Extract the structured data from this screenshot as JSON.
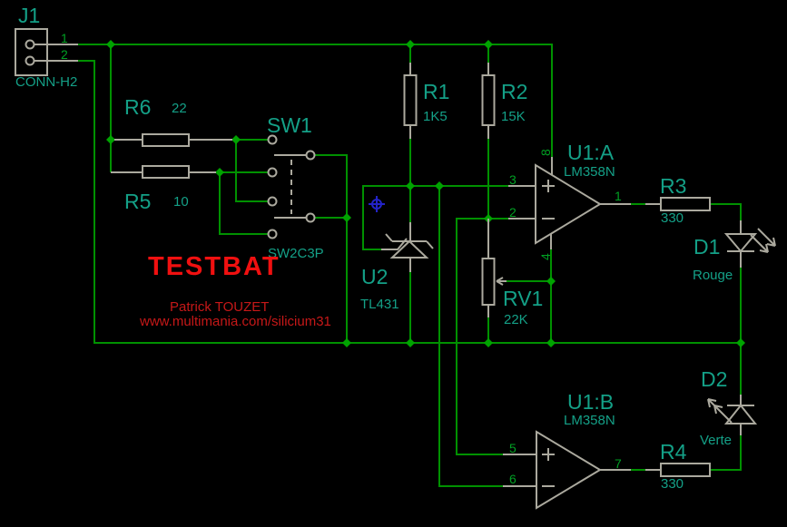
{
  "colors": {
    "background": "#000000",
    "wire_green": "#009100",
    "junction_green": "#00a300",
    "symbol_gray": "#aba99e",
    "label_teal": "#14a087",
    "pin_green": "#00a023",
    "title_red": "#f01010",
    "credit_red": "#c61818",
    "origin_blue": "#2323c8"
  },
  "title_block": {
    "title": "TESTBAT",
    "author": "Patrick TOUZET",
    "website": "www.multimania.com/silicium31"
  },
  "components": {
    "j1": {
      "ref": "J1",
      "value": "CONN-H2",
      "pin1": "1",
      "pin2": "2"
    },
    "r6": {
      "ref": "R6",
      "value": "22"
    },
    "r5": {
      "ref": "R5",
      "value": "10"
    },
    "sw1": {
      "ref": "SW1",
      "value": "SW2C3P"
    },
    "r1": {
      "ref": "R1",
      "value": "1K5"
    },
    "r2": {
      "ref": "R2",
      "value": "15K"
    },
    "u2": {
      "ref": "U2",
      "value": "TL431"
    },
    "u1a": {
      "ref": "U1:A",
      "value": "LM358N",
      "pin_plus": "3",
      "pin_minus": "2",
      "pin_out": "1",
      "pin_vplus": "8",
      "pin_vminus": "4"
    },
    "rv1": {
      "ref": "RV1",
      "value": "22K"
    },
    "r3": {
      "ref": "R3",
      "value": "330"
    },
    "d1": {
      "ref": "D1",
      "value": "Rouge"
    },
    "u1b": {
      "ref": "U1:B",
      "value": "LM358N",
      "pin_plus": "5",
      "pin_minus": "6",
      "pin_out": "7"
    },
    "r4": {
      "ref": "R4",
      "value": "330"
    },
    "d2": {
      "ref": "D2",
      "value": "Verte"
    }
  }
}
